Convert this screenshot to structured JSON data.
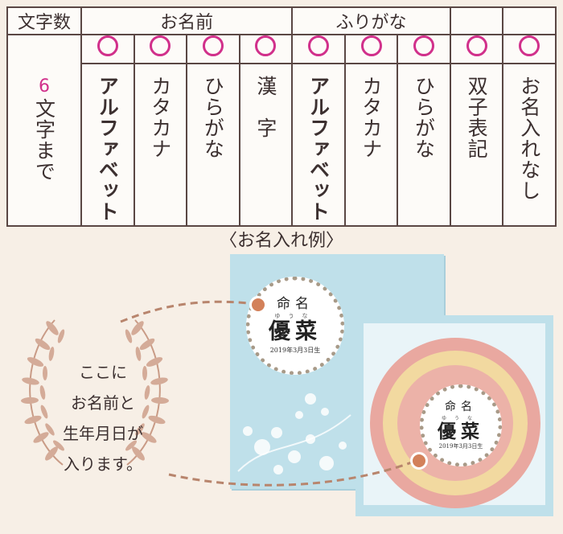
{
  "table": {
    "header": {
      "char_limit_label": "文字数",
      "name_label": "お名前",
      "furigana_label": "ふりがな"
    },
    "limit": {
      "number": "6",
      "text": "文字まで"
    },
    "columns": [
      {
        "label": "アルファベット",
        "available": true,
        "bold": true
      },
      {
        "label": "カタカナ",
        "available": true,
        "bold": false
      },
      {
        "label": "ひらがな",
        "available": true,
        "bold": false
      },
      {
        "label": "漢　字",
        "available": true,
        "bold": false
      },
      {
        "label": "アルファベット",
        "available": true,
        "bold": true
      },
      {
        "label": "カタカナ",
        "available": true,
        "bold": false
      },
      {
        "label": "ひらがな",
        "available": true,
        "bold": false
      },
      {
        "label": "双子表記",
        "available": true,
        "bold": false
      },
      {
        "label": "お名入れなし",
        "available": true,
        "bold": false
      }
    ]
  },
  "example": {
    "title": "〈お名入れ例〉",
    "callout_lines": [
      "ここに",
      "お名前と",
      "生年月日が",
      "入ります。"
    ]
  },
  "seal": {
    "top": "命名",
    "kana": "ゆうな",
    "name": "優菜",
    "date": "2019年3月3日生"
  },
  "colors": {
    "accent_pink": "#d1308b",
    "box_blue": "#bfe0ea",
    "dot_orange": "#d3815a"
  }
}
